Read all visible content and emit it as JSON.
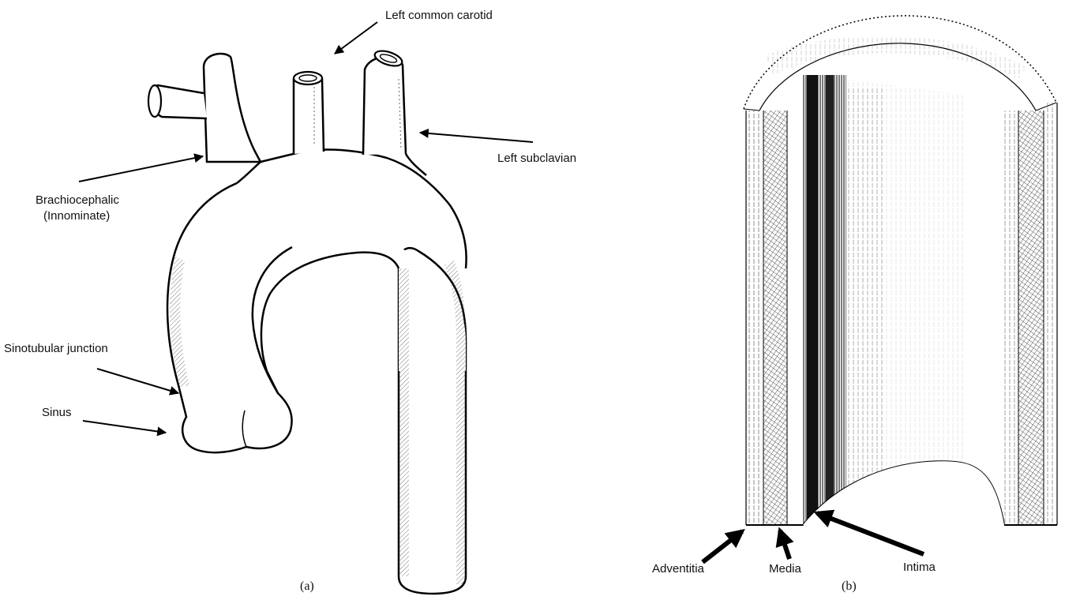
{
  "panel_a": {
    "labels": {
      "left_common_carotid": "Left common carotid",
      "left_subclavian": "Left subclavian",
      "brachiocephalic_line1": "Brachiocephalic",
      "brachiocephalic_line2": "(Innominate)",
      "sinotubular_junction": "Sinotubular junction",
      "sinus": "Sinus"
    },
    "caption": "(a)"
  },
  "panel_b": {
    "labels": {
      "adventitia": "Adventitia",
      "media": "Media",
      "intima": "Intima"
    },
    "caption": "(b)"
  }
}
